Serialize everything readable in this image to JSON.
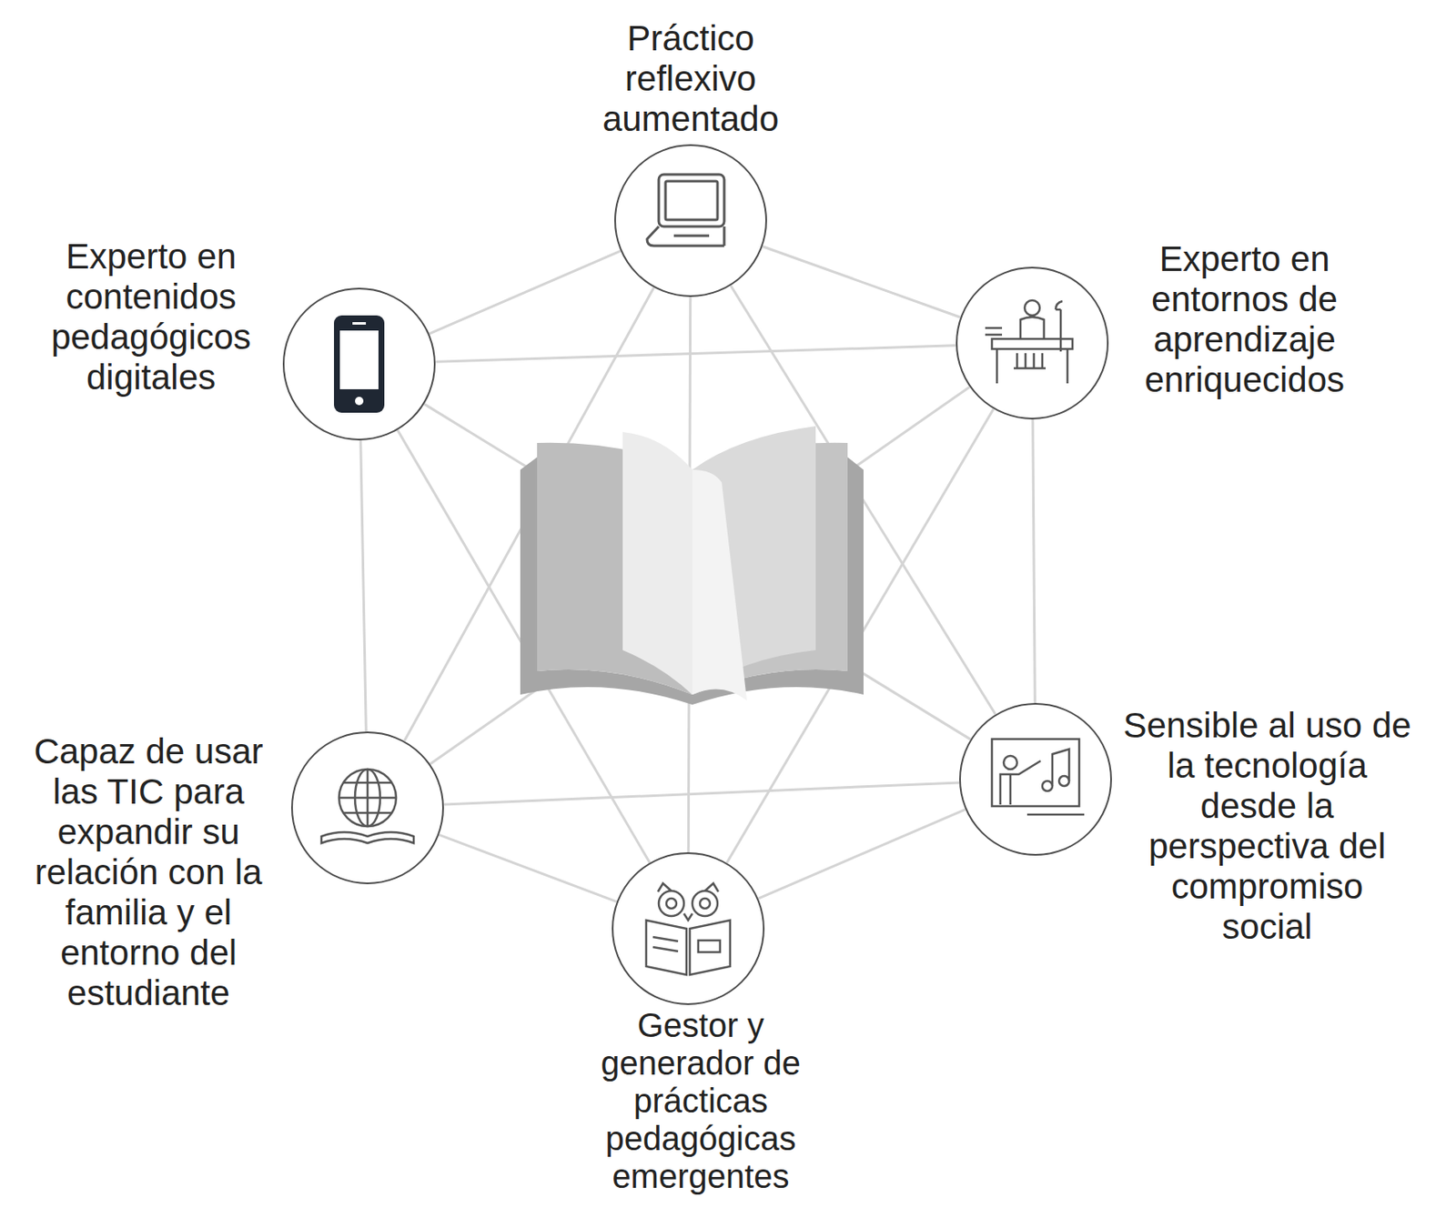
{
  "diagram": {
    "nodes": [
      {
        "text": [
          "Práctico reflexivo aumentado"
        ]
      },
      {
        "text": [
          "Experto en contenidos pedagógicos digitales"
        ]
      },
      {
        "text": [
          "Experto en entornos de aprendizaje enriquecidos"
        ]
      },
      {
        "text": [
          "Sensible al uso de la tecnología desde la perspectiva del compromiso social"
        ]
      },
      {
        "text": [
          "Capaz de usar las TIC para expandir su relación con la familia y el entorno del estudiante"
        ]
      },
      {
        "text": [
          "Gestor y generador de prácticas pedagógicas emergentes"
        ]
      }
    ],
    "edges": [
      {
        "from": 0,
        "to": 1,
        "arrow": "none"
      },
      {
        "from": 0,
        "to": 2,
        "arrow": "none"
      },
      {
        "from": 0,
        "to": 3,
        "arrow": "none"
      },
      {
        "from": 0,
        "to": 4,
        "arrow": "none"
      },
      {
        "from": 0,
        "to": 5,
        "arrow": "none"
      },
      {
        "from": 1,
        "to": 2,
        "arrow": "none"
      },
      {
        "from": 1,
        "to": 3,
        "arrow": "none"
      },
      {
        "from": 1,
        "to": 4,
        "arrow": "none"
      },
      {
        "from": 1,
        "to": 5,
        "arrow": "none"
      },
      {
        "from": 2,
        "to": 3,
        "arrow": "none"
      },
      {
        "from": 2,
        "to": 4,
        "arrow": "none"
      },
      {
        "from": 2,
        "to": 5,
        "arrow": "none"
      },
      {
        "from": 3,
        "to": 4,
        "arrow": "none"
      },
      {
        "from": 3,
        "to": 5,
        "arrow": "none"
      },
      {
        "from": 4,
        "to": 5,
        "arrow": "none"
      }
    ]
  }
}
